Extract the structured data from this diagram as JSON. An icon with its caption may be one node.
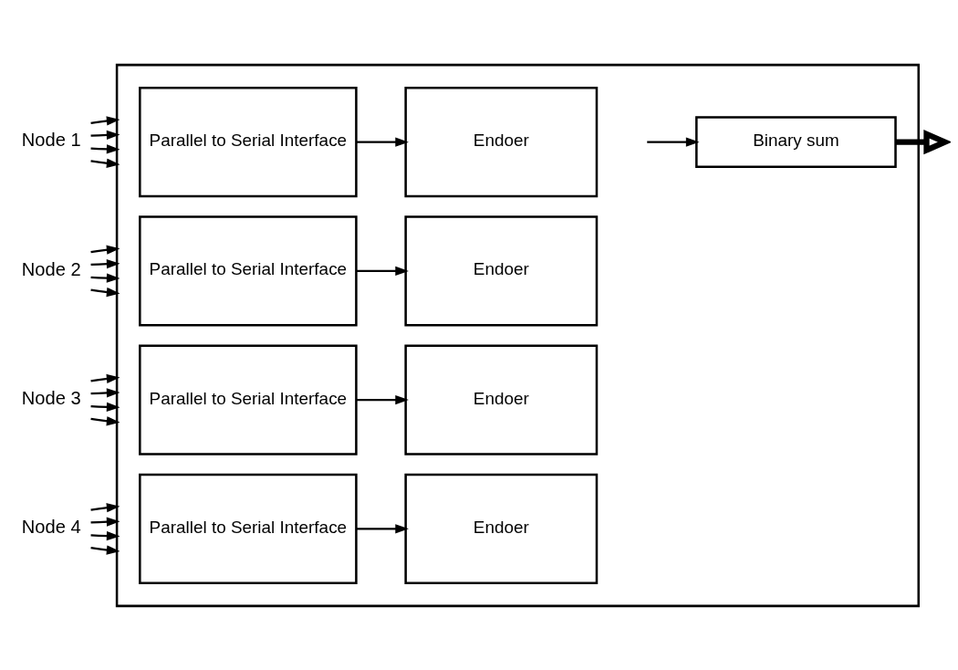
{
  "diagram": {
    "nodes": [
      {
        "text": [],
        "shape": "box"
      },
      {
        "text": [
          "Node 1"
        ]
      },
      {
        "text": [
          "Parallel to Serial Interface"
        ],
        "in": 0
      },
      {
        "text": [
          "Endoer"
        ],
        "in": 0
      },
      {
        "text": [
          "Node 2"
        ]
      },
      {
        "text": [
          "Parallel to Serial Interface"
        ],
        "in": 0
      },
      {
        "text": [
          "Endoer"
        ],
        "in": 0
      },
      {
        "text": [
          "Binary sum"
        ],
        "in": 0
      },
      {
        "text": [
          "Node 3"
        ]
      },
      {
        "text": [
          "Parallel to Serial Interface"
        ],
        "in": 0
      },
      {
        "text": [
          "Endoer"
        ],
        "in": 0
      },
      {
        "text": [
          "Node 4"
        ]
      },
      {
        "text": [
          "Parallel to Serial Interface"
        ],
        "in": 0
      },
      {
        "text": [
          "Endoer"
        ],
        "in": 0
      }
    ],
    "edges": [
      {
        "from": 1,
        "to": 0,
        "arrow": "to"
      },
      {
        "from": 1,
        "to": 0,
        "arrow": "to"
      },
      {
        "from": 1,
        "to": 0,
        "arrow": "to"
      },
      {
        "from": 1,
        "to": 0,
        "arrow": "to"
      },
      {
        "from": 2,
        "to": 3,
        "arrow": "to"
      },
      {
        "from": 4,
        "to": 0,
        "arrow": "to"
      },
      {
        "from": 4,
        "to": 0,
        "arrow": "to"
      },
      {
        "from": 4,
        "to": 0,
        "arrow": "to"
      },
      {
        "from": 4,
        "to": 0,
        "arrow": "to"
      },
      {
        "from": 5,
        "to": 6,
        "arrow": "to"
      },
      {
        "from": null,
        "to": 7,
        "arrow": "to"
      },
      {
        "from": 7,
        "to": null,
        "arrow": "to",
        "style": "thick"
      },
      {
        "from": 8,
        "to": 0,
        "arrow": "to"
      },
      {
        "from": 8,
        "to": 0,
        "arrow": "to"
      },
      {
        "from": 8,
        "to": 0,
        "arrow": "to"
      },
      {
        "from": 8,
        "to": 0,
        "arrow": "to"
      },
      {
        "from": 9,
        "to": 10,
        "arrow": "to"
      },
      {
        "from": 11,
        "to": 0,
        "arrow": "to"
      },
      {
        "from": 11,
        "to": 0,
        "arrow": "to"
      },
      {
        "from": 11,
        "to": 0,
        "arrow": "to"
      },
      {
        "from": 11,
        "to": 0,
        "arrow": "to"
      },
      {
        "from": 12,
        "to": 13,
        "arrow": "to"
      }
    ]
  }
}
